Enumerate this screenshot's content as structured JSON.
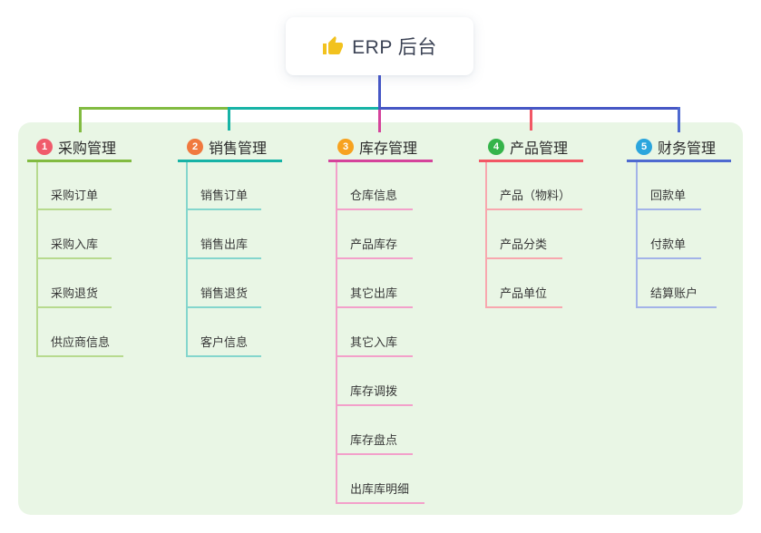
{
  "root": {
    "icon": "thumbs-up-icon",
    "title": "ERP 后台"
  },
  "branches": [
    {
      "num": "1",
      "title": "采购管理",
      "line_color": "#82bb41",
      "child_line_color": "#b7da8e",
      "badge_color": "#f05b6c",
      "children": [
        "采购订单",
        "采购入库",
        "采购退货",
        "供应商信息"
      ]
    },
    {
      "num": "2",
      "title": "销售管理",
      "line_color": "#17b3a6",
      "child_line_color": "#84d6cd",
      "badge_color": "#f0793f",
      "children": [
        "销售订单",
        "销售出库",
        "销售退货",
        "客户信息"
      ]
    },
    {
      "num": "3",
      "title": "库存管理",
      "line_color": "#d5439b",
      "child_line_color": "#f3a0ca",
      "badge_color": "#f7a21f",
      "children": [
        "仓库信息",
        "产品库存",
        "其它出库",
        "其它入库",
        "库存调拨",
        "库存盘点",
        "出库库明细"
      ]
    },
    {
      "num": "4",
      "title": "产品管理",
      "line_color": "#f25765",
      "child_line_color": "#f8a7ae",
      "badge_color": "#35b44a",
      "children": [
        "产品（物料）",
        "产品分类",
        "产品单位"
      ]
    },
    {
      "num": "5",
      "title": "财务管理",
      "line_color": "#4e6ad0",
      "child_line_color": "#a3b3e8",
      "badge_color": "#2ba5dd",
      "children": [
        "回款单",
        "付款单",
        "结算账户"
      ]
    }
  ],
  "colors": {
    "background": "#ffffff",
    "panel_background": "#e9f6e5",
    "root_connector": "#4657c5",
    "root_node_background": "#ffffff",
    "thumb_icon": "#f2c21f"
  }
}
